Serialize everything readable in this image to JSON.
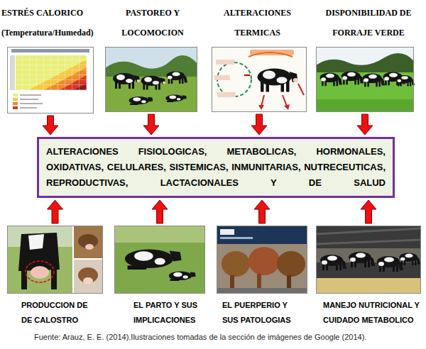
{
  "diagram": {
    "caption": "Fuente: Arauz, E. E. (2014).Ilustraciones tomadas de la sección de imágenes de Google (2014).",
    "nodes": [
      {
        "text": [
          "ESTRÉS CALORICO (Temperatura/Humedad)"
        ]
      },
      {
        "text": [
          "PASTOREO Y LOCOMOCION"
        ]
      },
      {
        "text": [
          "ALTERACIONES TERMICAS"
        ]
      },
      {
        "text": [
          "DISPONIBILIDAD DE FORRAJE VERDE"
        ]
      },
      {
        "text": [
          "ALTERACIONES FISIOLOGICAS, METABOLICAS, HORMONALES, OXIDATIVAS, CELULARES, SISTEMICAS, INMUNITARIAS, NUTRECEUTICAS, REPRODUCTIVAS, LACTACIONALES Y DE SALUD"
        ]
      },
      {
        "text": [
          "PRODUCCION DE DE CALOSTRO"
        ]
      },
      {
        "text": [
          "EL PARTO Y SUS IMPLICACIONES"
        ]
      },
      {
        "text": [
          "EL PUERPERIO Y SUS PATOLOGIAS"
        ]
      },
      {
        "text": [
          "MANEJO NUTRICIONAL Y CUIDADO METABOLICO"
        ]
      }
    ],
    "edges": [
      {
        "from": 0,
        "to": 4,
        "arrow": "to"
      },
      {
        "from": 1,
        "to": 4,
        "arrow": "to"
      },
      {
        "from": 2,
        "to": 4,
        "arrow": "to"
      },
      {
        "from": 3,
        "to": 4,
        "arrow": "to"
      },
      {
        "from": 5,
        "to": 4,
        "arrow": "to"
      },
      {
        "from": 6,
        "to": 4,
        "arrow": "to"
      },
      {
        "from": 7,
        "to": 4,
        "arrow": "to"
      },
      {
        "from": 8,
        "to": 4,
        "arrow": "to"
      }
    ]
  }
}
